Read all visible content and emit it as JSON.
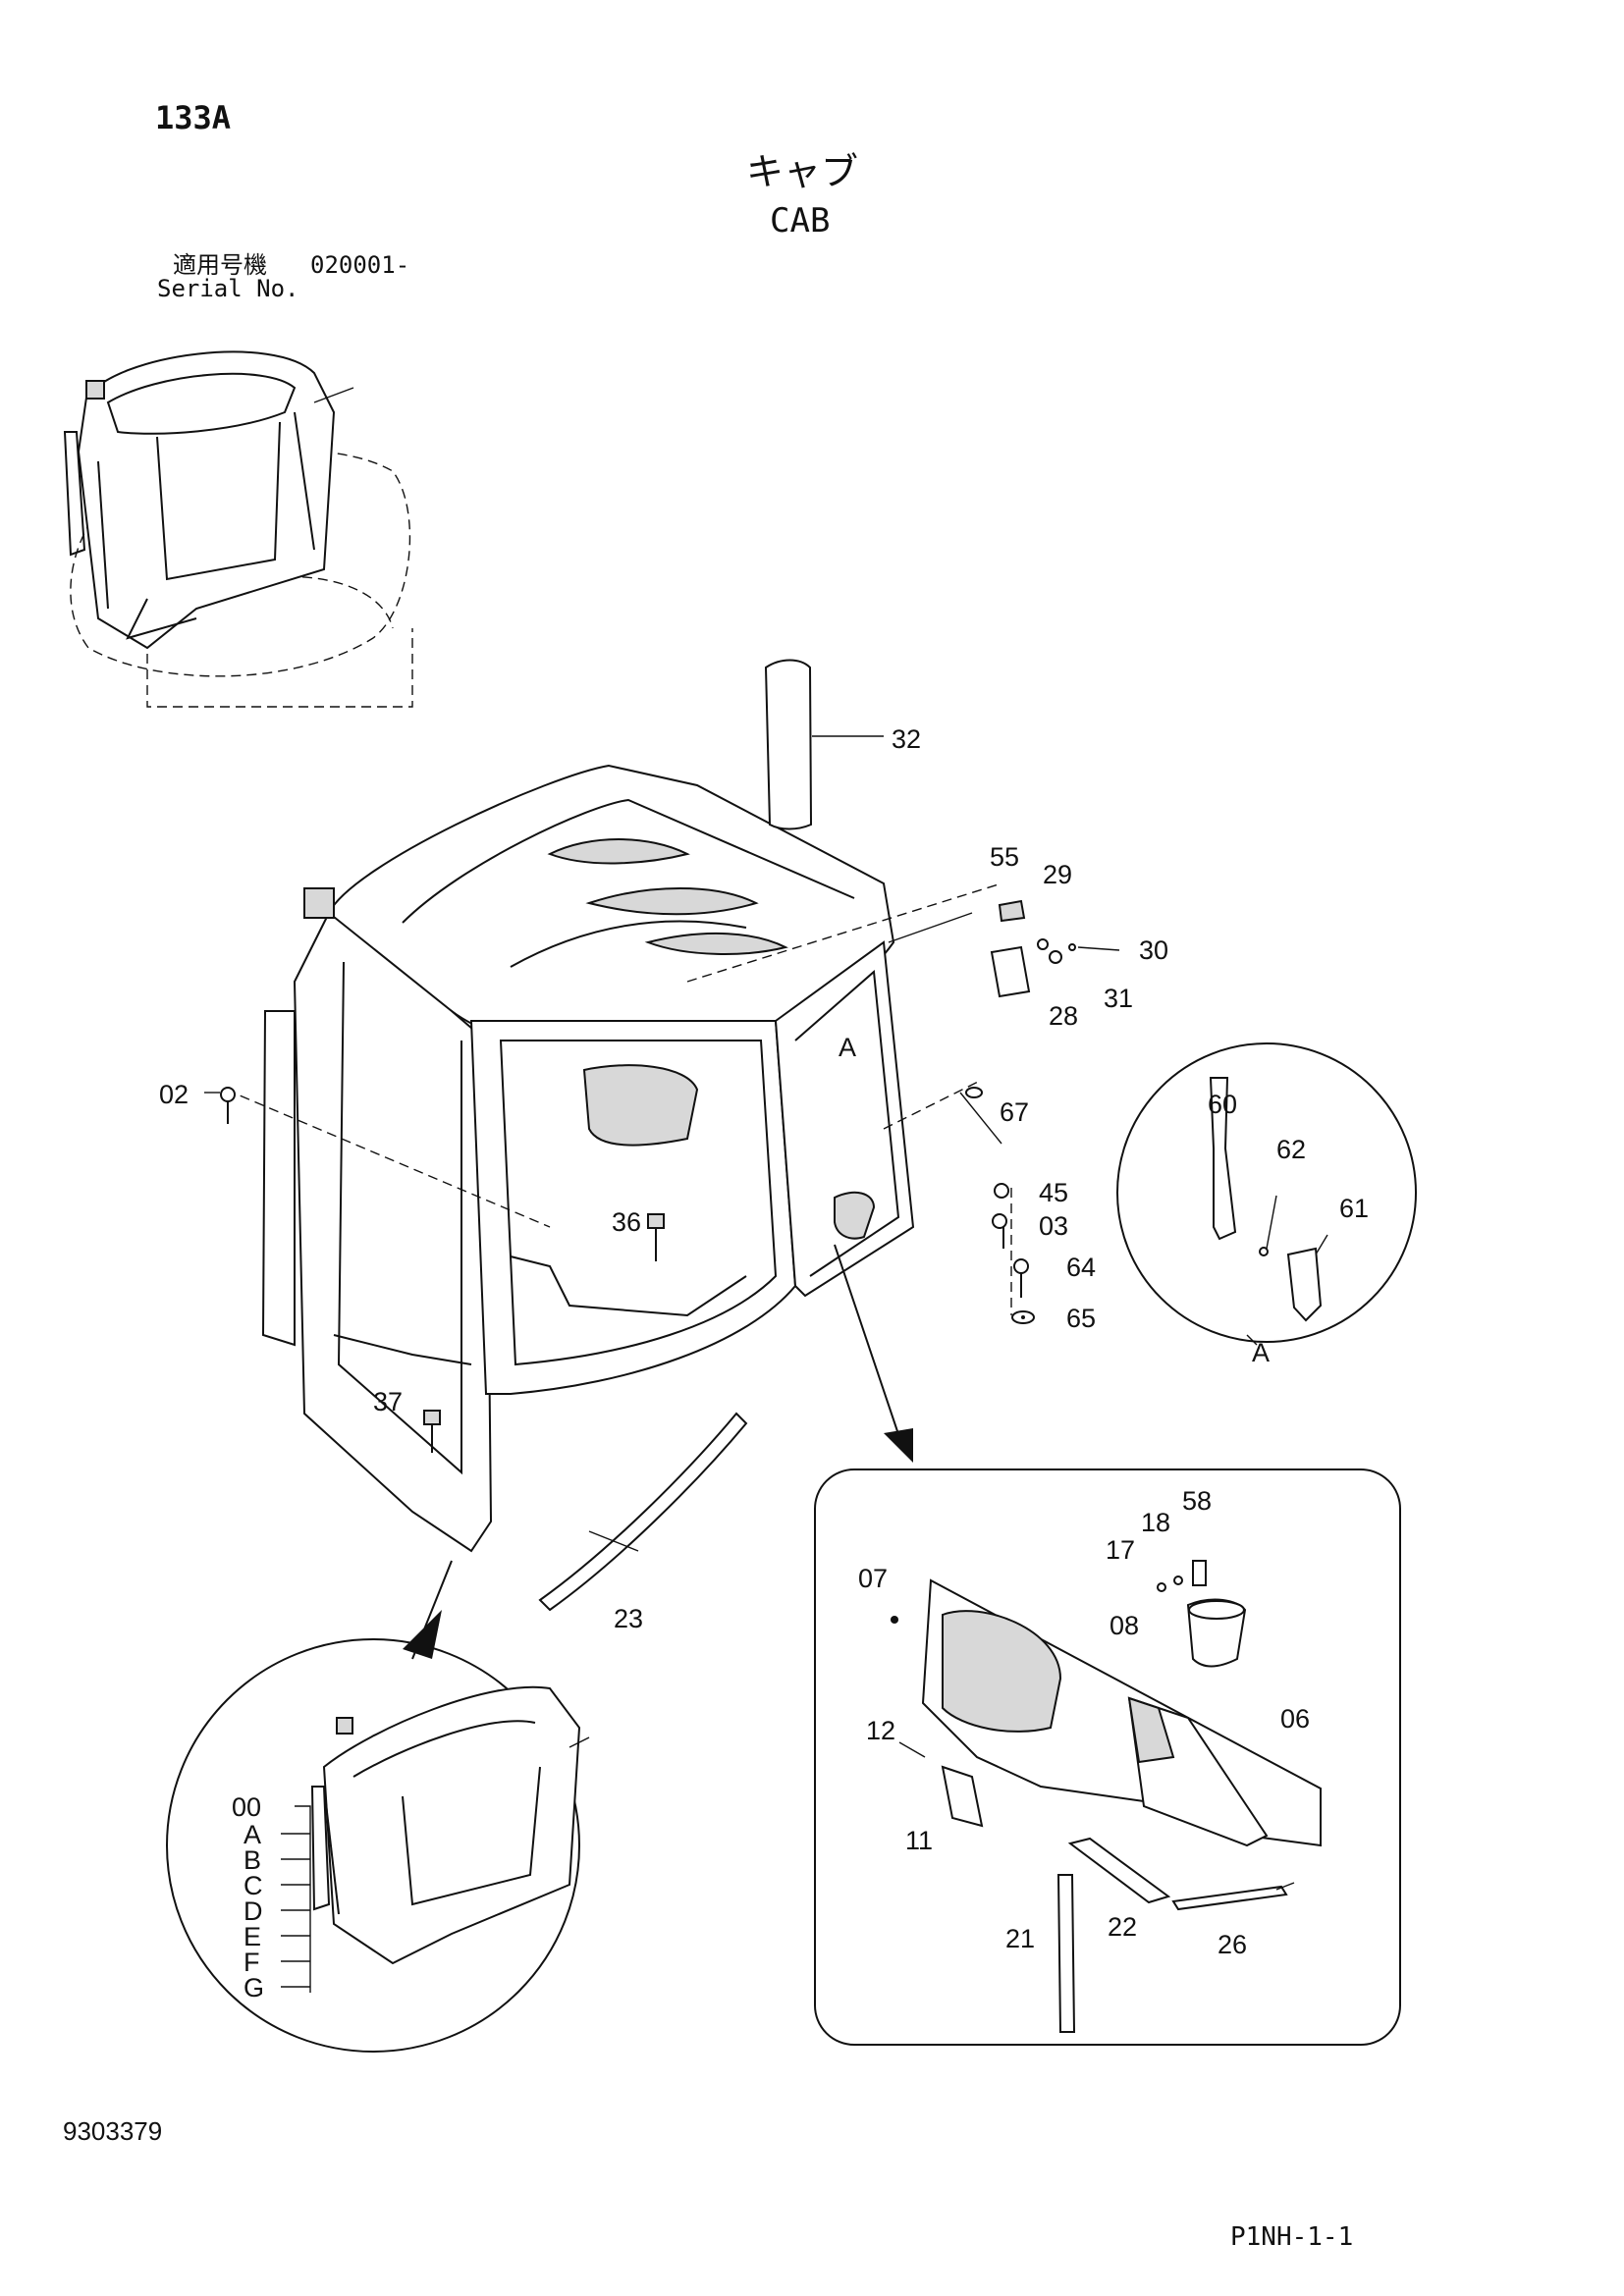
{
  "header": {
    "page_code": "133A",
    "title_jp": "キャブ",
    "title_en": "CAB",
    "serial_label_jp": "適用号機",
    "serial_range": "020001-",
    "serial_label_en": "Serial No."
  },
  "callouts": {
    "c32": "32",
    "c55": "55",
    "c29": "29",
    "c30": "30",
    "c31": "31",
    "c28": "28",
    "c02": "02",
    "cA": "A",
    "c67": "67",
    "c45": "45",
    "c03": "03",
    "c36": "36",
    "c64": "64",
    "c65": "65",
    "c37": "37",
    "c23": "23",
    "c60": "60",
    "c62": "62",
    "c61": "61",
    "cA_detail": "A",
    "c58": "58",
    "c18": "18",
    "c17": "17",
    "c07": "07",
    "c08": "08",
    "c06": "06",
    "c12": "12",
    "c11": "11",
    "c21": "21",
    "c22": "22",
    "c26": "26"
  },
  "variants": {
    "main": "00",
    "list": [
      "A",
      "B",
      "C",
      "D",
      "E",
      "F",
      "G"
    ]
  },
  "footer": {
    "doc_number": "9303379",
    "page_ref": "P1NH-1-1"
  }
}
